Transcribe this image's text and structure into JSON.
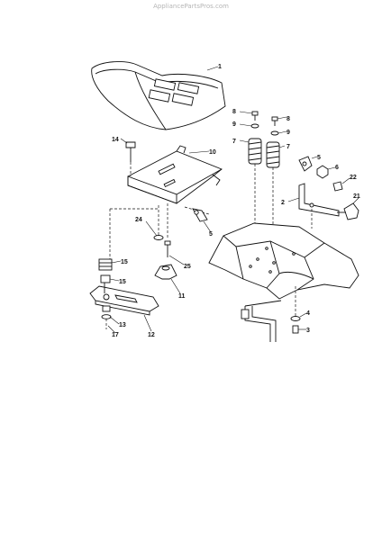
{
  "watermark": "AppliancePartsPros.com",
  "parts": {
    "p1": "1",
    "p2": "2",
    "p3": "3",
    "p4": "4",
    "p5a": "5",
    "p5b": "5",
    "p6": "6",
    "p7a": "7",
    "p7b": "7",
    "p8a": "8",
    "p8b": "8",
    "p9a": "9",
    "p9b": "9",
    "p10": "10",
    "p11": "11",
    "p12": "12",
    "p13": "13",
    "p14": "14",
    "p15a": "15",
    "p15b": "15",
    "p17": "17",
    "p21": "21",
    "p22": "22",
    "p24": "24",
    "p25": "25"
  }
}
